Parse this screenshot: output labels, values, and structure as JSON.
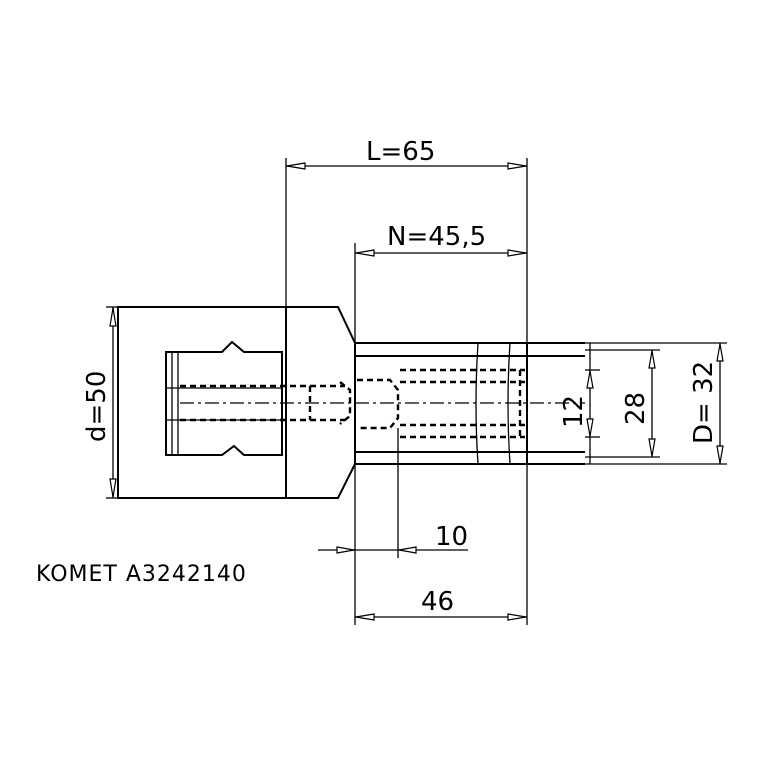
{
  "drawing": {
    "caption": "KOMET A3242140",
    "dimensions": {
      "length": "L=65",
      "n_length": "N=45,5",
      "body_diameter": "d=50",
      "shank_diameter": "D= 32",
      "dia_28": "28",
      "dia_12": "12",
      "depth_10": "10",
      "length_46": "46"
    }
  }
}
